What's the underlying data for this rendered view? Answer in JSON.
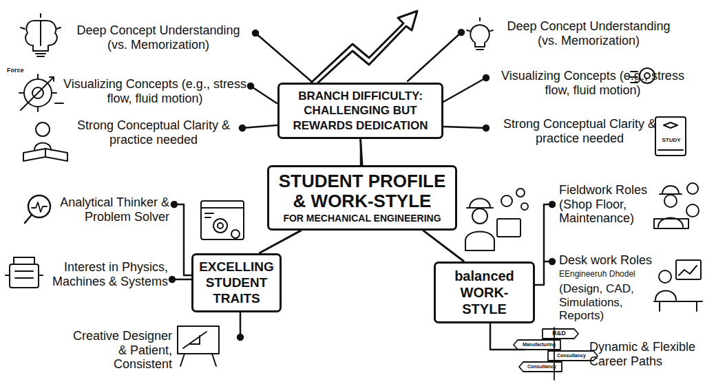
{
  "diagram": {
    "nodes": [
      {
        "text": [
          "STUDENT PROFILE & WORK-STYLE",
          "FOR MECHANICAL ENGINEERING"
        ]
      },
      {
        "text": [
          "BRANCH DIFFICULTY: CHALLENGING BUT REWARDS DEDICATION"
        ]
      },
      {
        "text": [
          "EXCELLING STUDENT TRAITS"
        ]
      },
      {
        "text": [
          "balanced WORK-STYLE"
        ]
      }
    ],
    "edges": [
      {
        "from": 0,
        "to": 1,
        "arrow": "none"
      },
      {
        "from": 0,
        "to": 2,
        "arrow": "none"
      },
      {
        "from": 0,
        "to": 3,
        "arrow": "none"
      }
    ],
    "labels": [
      "Deep Concept Understanding (vs. Memorization)",
      "Visualizing Concepts (e.g., stress flow, fluid motion)",
      "Strong Conceptual Clarity & practice needed",
      "Deep Concept Understanding (vs. Memorization)",
      "Visualizing Concepts (e.g., stress flow, fluid motion)",
      "Strong Conceptual Clarity & practice needed",
      "Analytical Thinker & Problem Solver",
      "Interest in Physics, Machines & Systems",
      "Creative Designer & Patient, Consistent",
      "Fieldwork Roles (Shop Floor, Maintenance)",
      "Desk work Roles",
      "EEngineeruh Dhodel",
      "(Design, CAD, Simulations, Reports)",
      "Dynamic & Flexible Career Paths",
      "Force",
      "STUDY",
      "R&D",
      "Manufacturing",
      "Consultancy",
      "Consultancy"
    ]
  }
}
